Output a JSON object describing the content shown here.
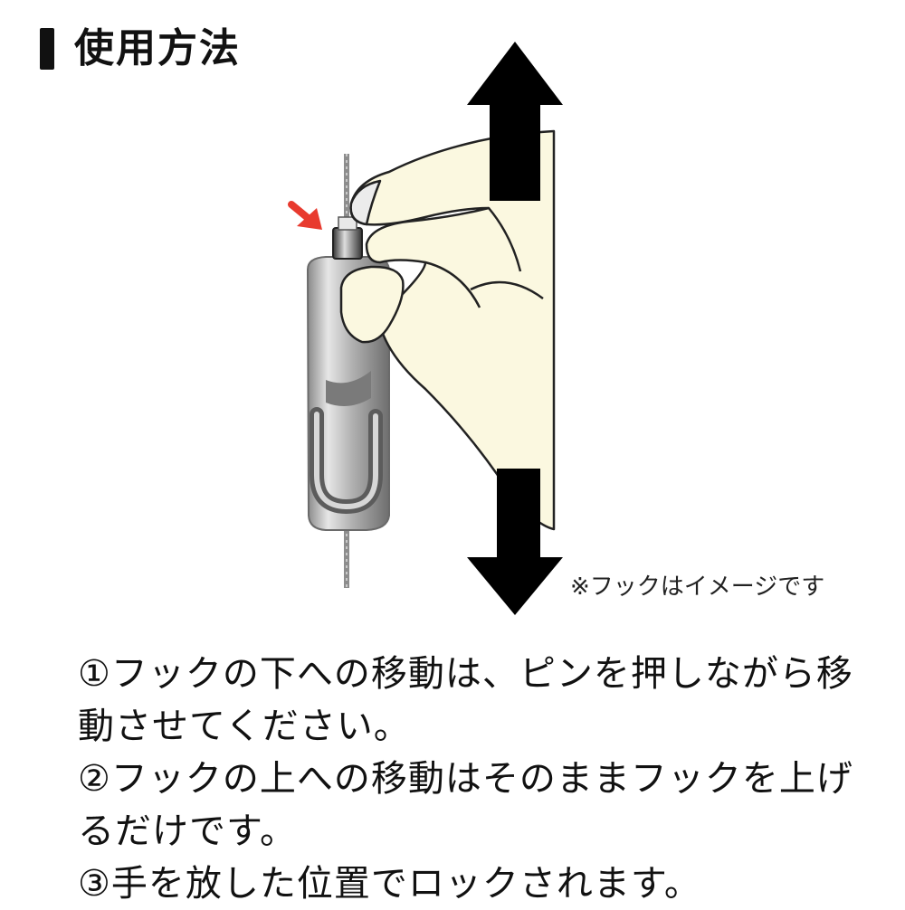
{
  "title": "使用方法",
  "caption": "※フックはイメージです",
  "instructions": {
    "line1": "①フックの下への移動は、ピンを押しながら移",
    "line2": "動させてください。",
    "line3": "②フックの上への移動はそのままフックを上げ",
    "line4": "るだけです。",
    "line5": "③手を放した位置でロックされます。"
  },
  "colors": {
    "arrow": "#000000",
    "pointer_arrow": "#e83a2e",
    "hand": "#fbf8e0",
    "metal": "#b8b8b8"
  },
  "icons": {
    "up_down": "double-arrow-vertical-icon",
    "pointer": "red-pointer-arrow-icon"
  }
}
